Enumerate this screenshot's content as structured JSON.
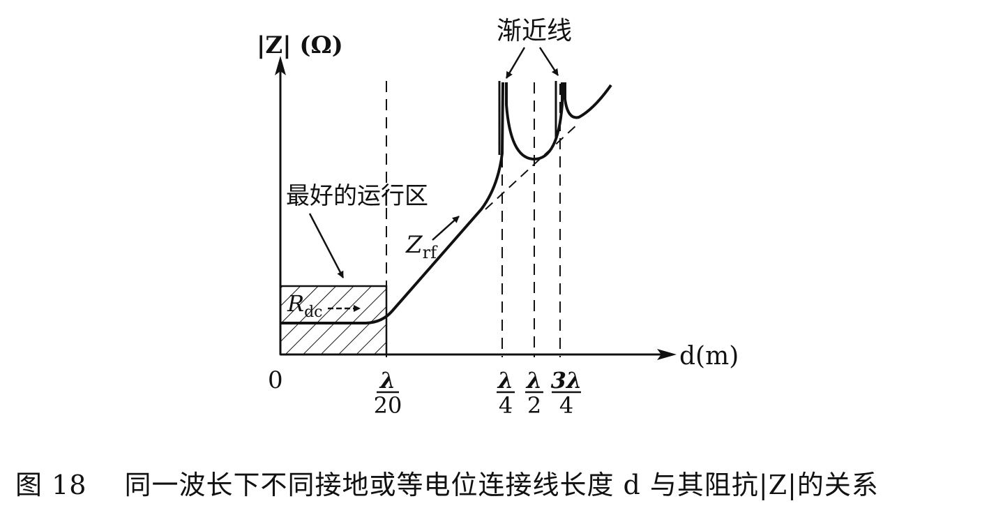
{
  "diagram": {
    "y_axis_label": "|Z| (Ω)",
    "x_axis_label": "d(m)",
    "origin_label": "0",
    "ticks": [
      {
        "numerator": "λ",
        "denominator": "20"
      },
      {
        "numerator": "λ",
        "denominator": "4"
      },
      {
        "numerator": "λ",
        "denominator": "2"
      },
      {
        "numerator": "3λ",
        "denominator": "4"
      }
    ],
    "annotation_asymptote": "渐近线",
    "annotation_best_region": "最好的运行区",
    "label_zrf_main": "Z",
    "label_zrf_sub": "rf",
    "label_rdc_main": "R",
    "label_rdc_sub": "dc",
    "colors": {
      "ink": "#111111",
      "background": "#ffffff"
    }
  },
  "caption": {
    "number": "图 18",
    "text": "同一波长下不同接地或等电位连接线长度 d 与其阻抗|Z|的关系"
  }
}
